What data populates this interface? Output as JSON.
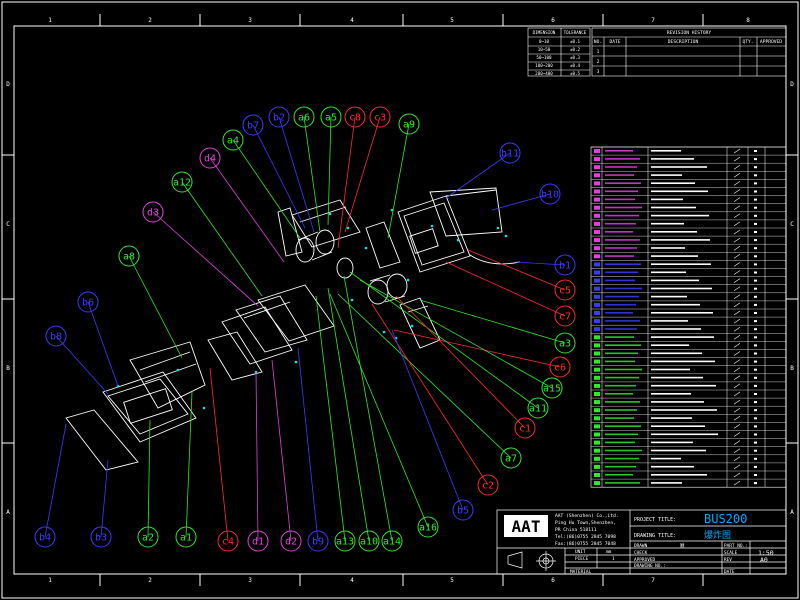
{
  "border": {
    "col_labels": [
      "1",
      "2",
      "3",
      "4",
      "5",
      "6",
      "7",
      "8"
    ],
    "row_labels": [
      "D",
      "C",
      "B",
      "A"
    ]
  },
  "tolerance_table": {
    "headers": [
      "DIMENSION",
      "TOLERANCE"
    ],
    "rows": [
      [
        "0~10",
        "±0.1"
      ],
      [
        "10~50",
        "±0.2"
      ],
      [
        "50~100",
        "±0.3"
      ],
      [
        "100~200",
        "±0.4"
      ],
      [
        "200~400",
        "±0.5"
      ]
    ]
  },
  "revision_history": {
    "title": "REVISION HISTORY",
    "headers": [
      "NO.",
      "DATE",
      "DESCRIPTION",
      "QTY.",
      "APPROVED"
    ],
    "row_numbers": [
      "1",
      "2",
      "3"
    ]
  },
  "balloons": [
    {
      "label": "b7",
      "color": "#3a3aff"
    },
    {
      "label": "b2",
      "color": "#3a3aff"
    },
    {
      "label": "a6",
      "color": "#2ee82e"
    },
    {
      "label": "a5",
      "color": "#2ee82e"
    },
    {
      "label": "c8",
      "color": "#ff2a2a"
    },
    {
      "label": "c3",
      "color": "#ff2a2a"
    },
    {
      "label": "a9",
      "color": "#2ee82e"
    },
    {
      "label": "a4",
      "color": "#2ee82e"
    },
    {
      "label": "d4",
      "color": "#e040e0"
    },
    {
      "label": "a12",
      "color": "#2ee82e"
    },
    {
      "label": "d3",
      "color": "#e040e0"
    },
    {
      "label": "a8",
      "color": "#2ee82e"
    },
    {
      "label": "b6",
      "color": "#3a3aff"
    },
    {
      "label": "b8",
      "color": "#3a3aff"
    },
    {
      "label": "b11",
      "color": "#3a3aff"
    },
    {
      "label": "b10",
      "color": "#3a3aff"
    },
    {
      "label": "b1",
      "color": "#3a3aff"
    },
    {
      "label": "c5",
      "color": "#ff2a2a"
    },
    {
      "label": "c7",
      "color": "#ff2a2a"
    },
    {
      "label": "a3",
      "color": "#2ee82e"
    },
    {
      "label": "c6",
      "color": "#ff2a2a"
    },
    {
      "label": "a15",
      "color": "#2ee82e"
    },
    {
      "label": "a11",
      "color": "#2ee82e"
    },
    {
      "label": "c1",
      "color": "#ff2a2a"
    },
    {
      "label": "a7",
      "color": "#2ee82e"
    },
    {
      "label": "c2",
      "color": "#ff2a2a"
    },
    {
      "label": "b5",
      "color": "#3a3aff"
    },
    {
      "label": "a16",
      "color": "#2ee82e"
    },
    {
      "label": "b4",
      "color": "#3a3aff"
    },
    {
      "label": "b3",
      "color": "#3a3aff"
    },
    {
      "label": "a2",
      "color": "#2ee82e"
    },
    {
      "label": "a1",
      "color": "#2ee82e"
    },
    {
      "label": "c4",
      "color": "#ff2a2a"
    },
    {
      "label": "d1",
      "color": "#e040e0"
    },
    {
      "label": "d2",
      "color": "#e040e0"
    },
    {
      "label": "b9",
      "color": "#3a3aff"
    },
    {
      "label": "a13",
      "color": "#2ee82e"
    },
    {
      "label": "a10",
      "color": "#2ee82e"
    },
    {
      "label": "a14",
      "color": "#2ee82e"
    }
  ],
  "title_block": {
    "logo_text": "AAT",
    "company": [
      "AAT (Shenzhen) Co.,Ltd.",
      "Ping Hu Town,Shenzhen,",
      "PR China 518111",
      "Tel:(86)0755 2845 7098",
      "Fax:(86)0755 2845 7048"
    ],
    "project_label": "PROJECT TITLE:",
    "project_value": "BUS200",
    "drawing_label": "DRAWING TITLE:",
    "drawing_value": "爆炸图",
    "unit_label": "UNIT",
    "unit_value": "mm",
    "piece_label": "PIECE",
    "piece_value": "1",
    "material_label": "MATERIAL",
    "drawn_label": "DRAWN",
    "drawn_value": "顾",
    "check_label": "CHECK",
    "approved_label": "APPROVED",
    "drawing_no_label": "DRAWING NO.:",
    "part_no_label": "PART NO.:",
    "scale_label": "SCALE",
    "scale_value": "1:50",
    "rev_label": "REV",
    "rev_value": "A0",
    "date_label": "DATE"
  },
  "colors": {
    "frame": "#ffffff",
    "part": "#ffffff",
    "green": "#2ee82e",
    "blue": "#3a3aff",
    "red": "#ff2a2a",
    "magenta": "#e040e0",
    "cyan": "#00e5ee"
  }
}
